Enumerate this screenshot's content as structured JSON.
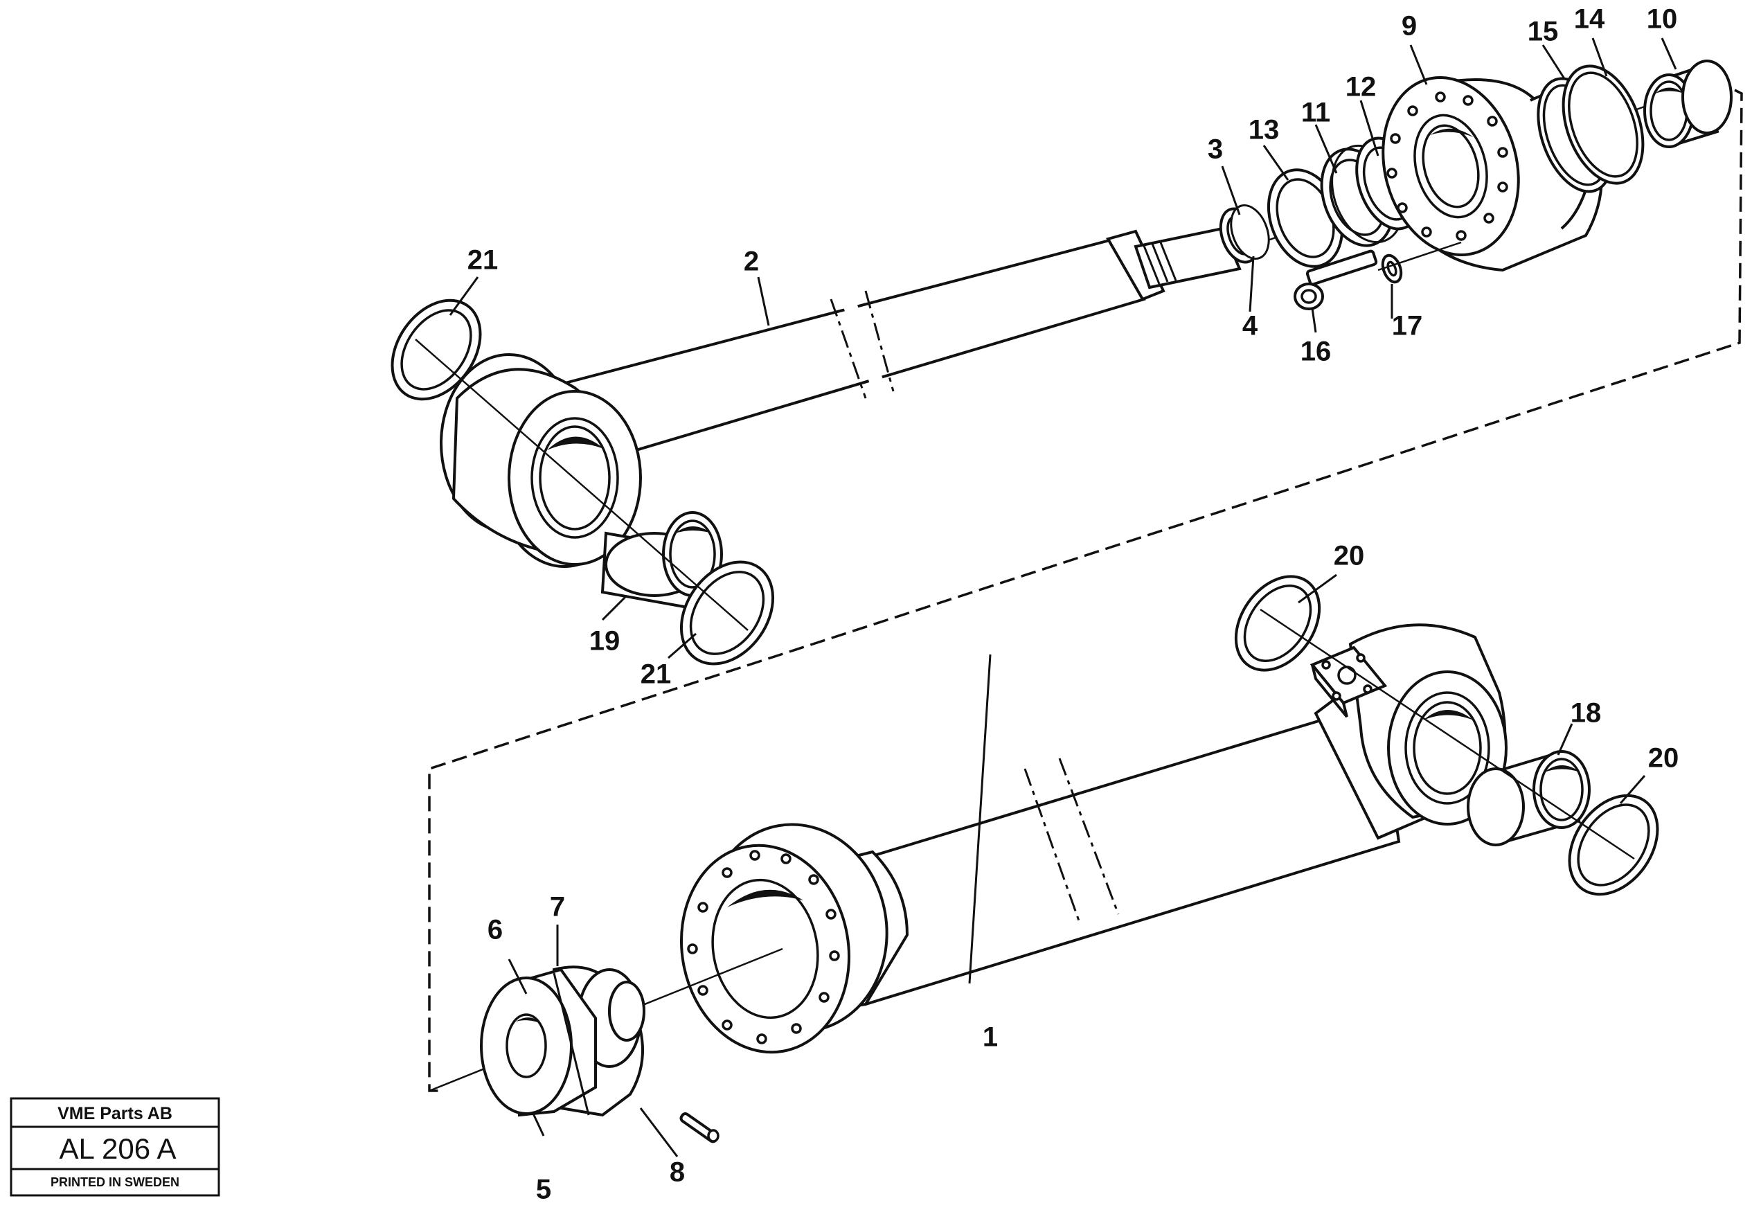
{
  "callouts": {
    "c1": "1",
    "c2": "2",
    "c3": "3",
    "c4": "4",
    "c5": "5",
    "c6": "6",
    "c7": "7",
    "c8": "8",
    "c9": "9",
    "c10": "10",
    "c11": "11",
    "c12": "12",
    "c13": "13",
    "c14": "14",
    "c15": "15",
    "c16": "16",
    "c17": "17",
    "c18": "18",
    "c19": "19",
    "c20a": "20",
    "c20b": "20",
    "c21a": "21",
    "c21b": "21"
  },
  "title_block": {
    "company": "VME Parts AB",
    "code": "AL 206 A",
    "printed": "PRINTED IN SWEDEN"
  }
}
